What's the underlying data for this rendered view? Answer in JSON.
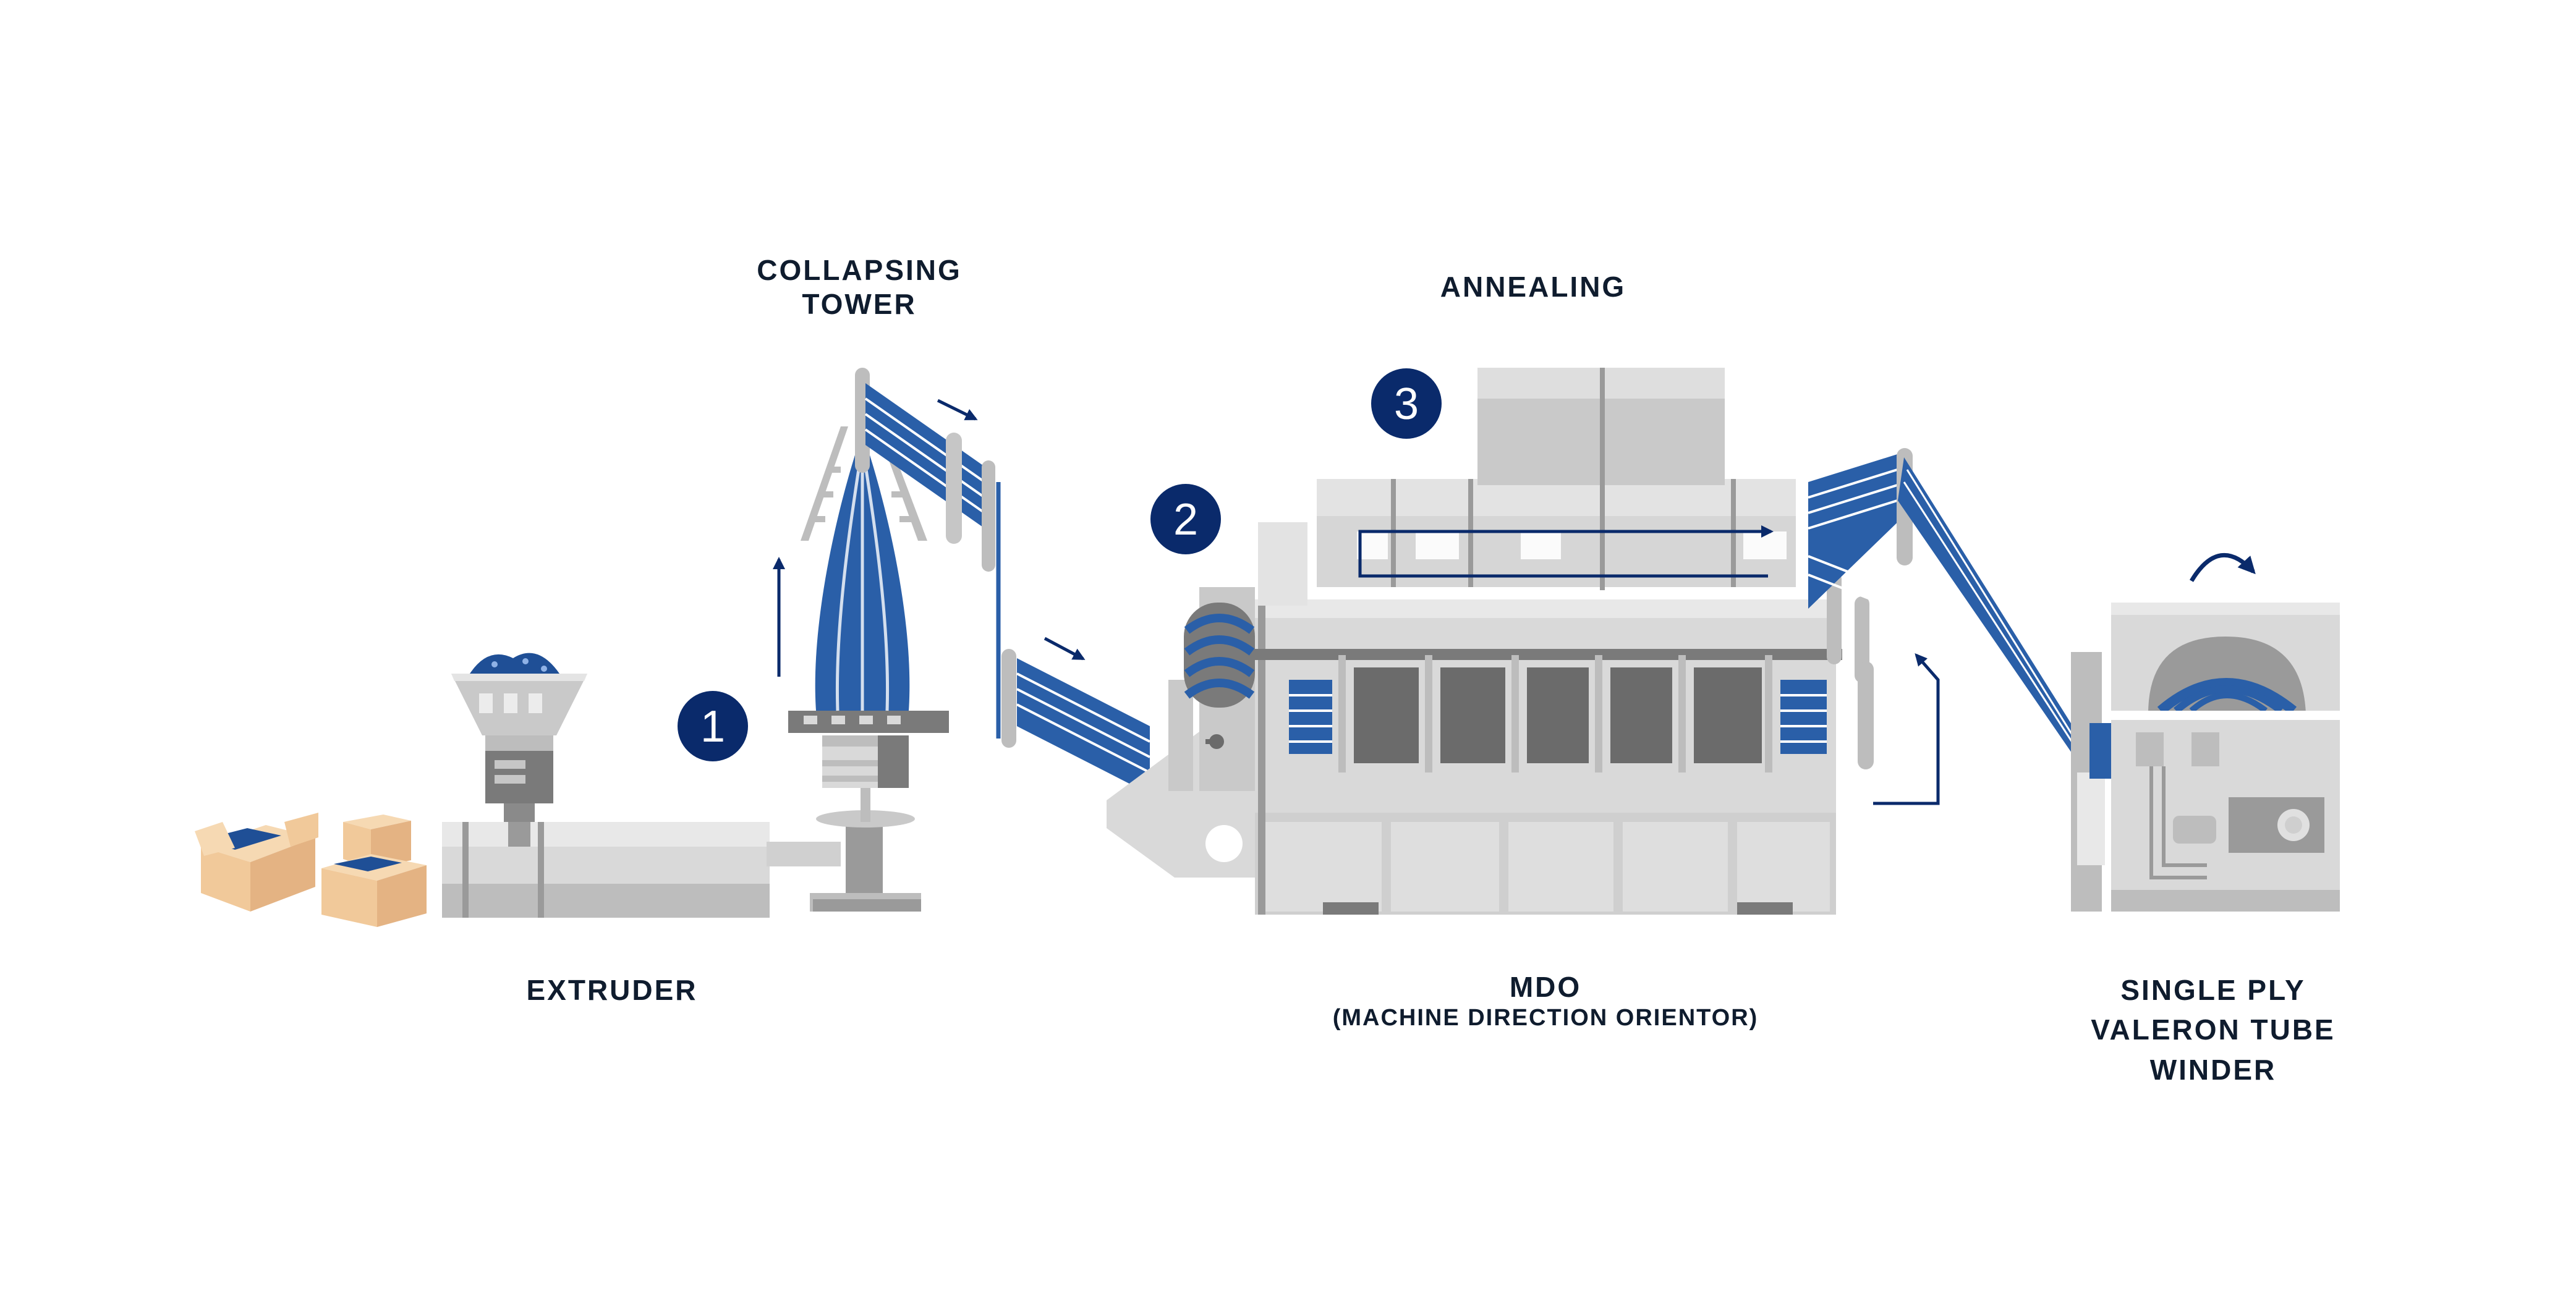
{
  "labels": {
    "collapsing_tower_line1": "COLLAPSING",
    "collapsing_tower_line2": "TOWER",
    "annealing": "ANNEALING",
    "extruder": "EXTRUDER",
    "mdo": "MDO",
    "mdo_full": "(MACHINE DIRECTION ORIENTOR)",
    "winder_line1": "SINGLE PLY",
    "winder_line2": "VALERON TUBE",
    "winder_line3": "WINDER"
  },
  "steps": [
    "1",
    "2",
    "3"
  ],
  "colors": {
    "navy": "#0a2a6b",
    "film_blue": "#2a5fa8",
    "machine_light": "#d7d7d7",
    "machine_mid": "#bdbdbd",
    "machine_dark": "#6b6b6b",
    "box": "#f1c99a",
    "label_text": "#0f1c2e"
  }
}
